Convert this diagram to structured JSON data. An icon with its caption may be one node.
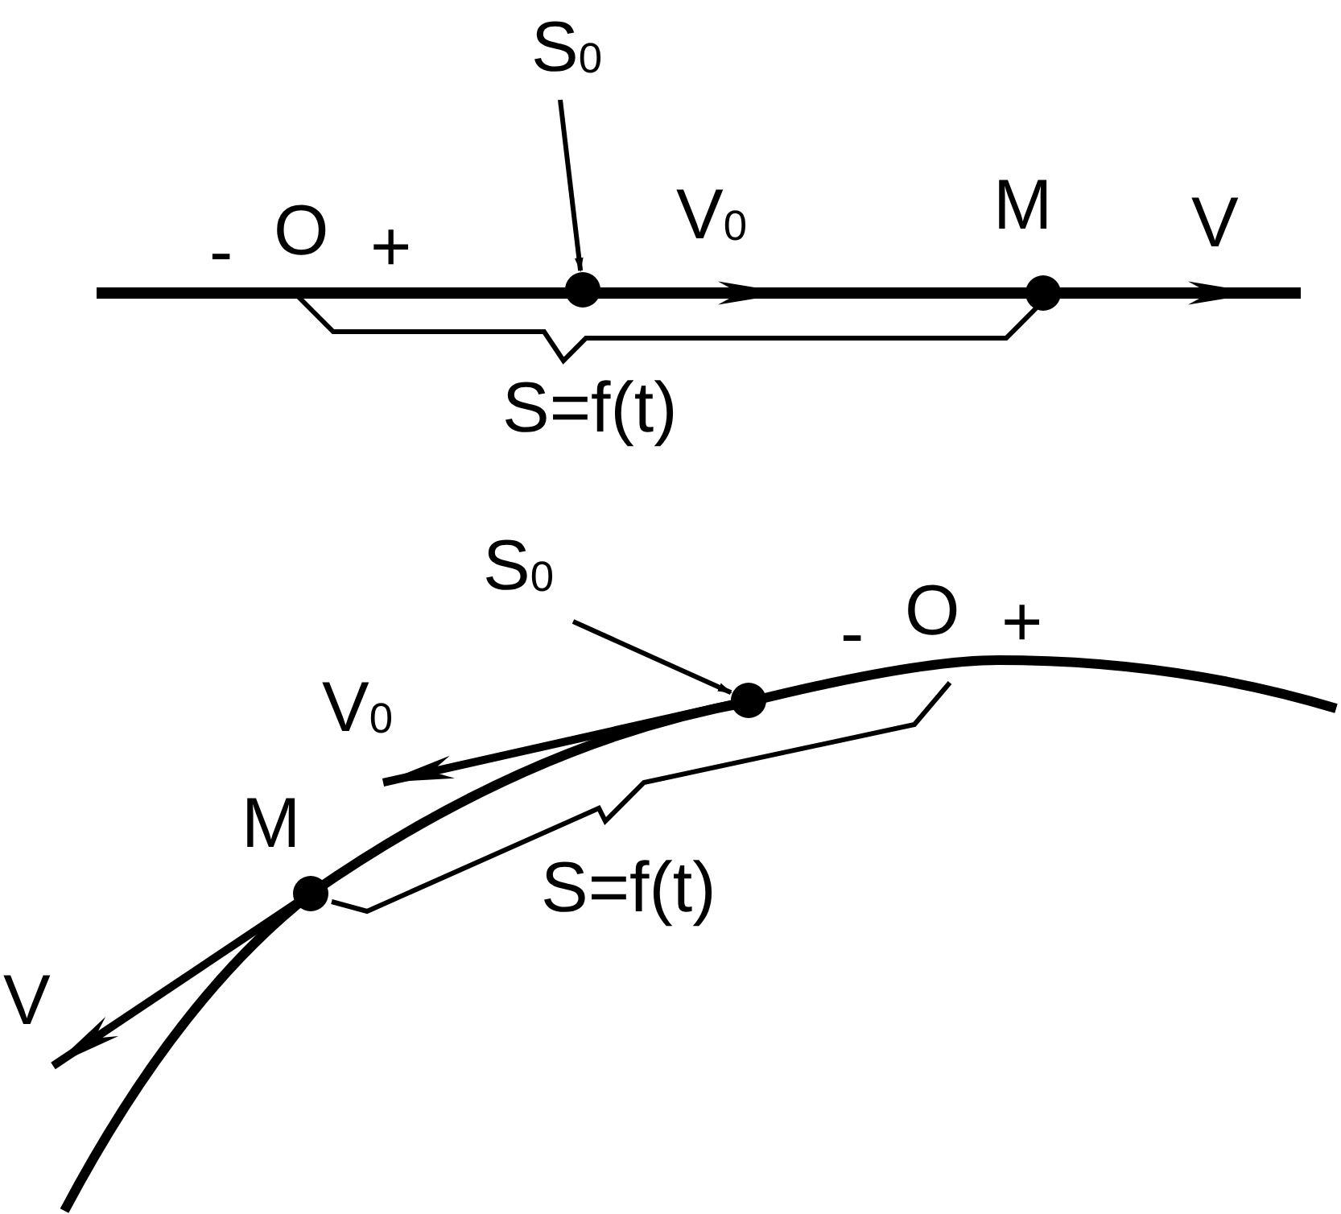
{
  "diagram": {
    "nodes": [
      {
        "text": [
          "S$_{0}$"
        ]
      },
      {
        "text": [],
        "shape": "circle"
      },
      {
        "text": [
          "S$_{0}$"
        ]
      },
      {
        "text": [],
        "shape": "circle"
      },
      {
        "text": [],
        "shape": "circle"
      },
      {
        "text": [],
        "shape": "circle"
      }
    ],
    "edges": [
      {
        "from": 0,
        "to": 1,
        "arrow": "to"
      },
      {
        "from": 2,
        "to": 3,
        "arrow": "to"
      }
    ],
    "labels": [
      "V$_{0}$",
      "M",
      "V",
      "-",
      "O",
      "+",
      "S=f(t)",
      "-",
      "O",
      "+",
      "V$_{0}$",
      "M",
      "S=f(t)",
      "V"
    ]
  }
}
